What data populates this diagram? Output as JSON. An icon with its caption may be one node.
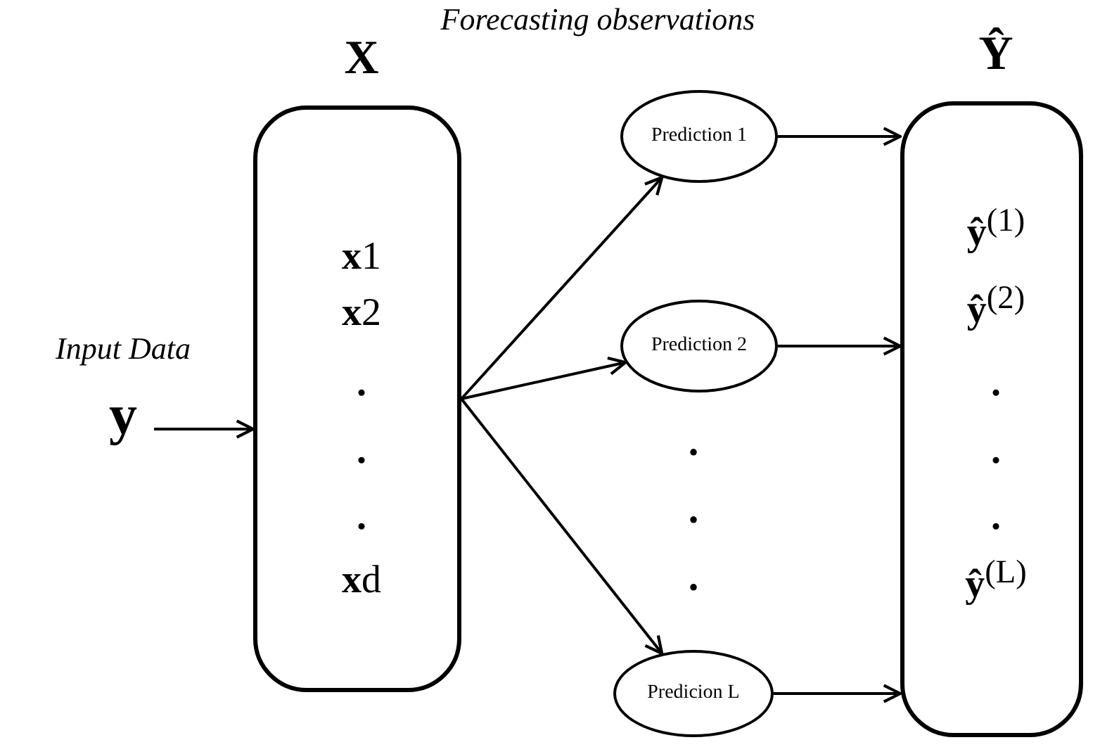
{
  "diagram": {
    "nodes": [
      {
        "text": [
          "y"
        ],
        "beside": [
          "Input Data"
        ]
      },
      {
        "text": [
          "X",
          "**x**1",
          "**x**2",
          ".",
          ".",
          ".",
          "**x**d"
        ]
      },
      {
        "text": [
          "Prediction 1"
        ]
      },
      {
        "text": [
          "Prediction 2"
        ]
      },
      {
        "text": [
          "Predicion L"
        ]
      },
      {
        "text": [
          "Ŷ",
          "**ŷ**$^{(1)}$",
          "**ŷ**$^{(2)}$",
          ".",
          ".",
          ".",
          "**ŷ**$^{(L)}$"
        ]
      }
    ],
    "edges": [
      {
        "from": 0,
        "to": 1,
        "arrow": "to"
      },
      {
        "from": 1,
        "to": 2,
        "arrow": "to"
      },
      {
        "from": 1,
        "to": 3,
        "arrow": "to"
      },
      {
        "from": 1,
        "to": 4,
        "arrow": "to"
      },
      {
        "from": 2,
        "to": 5,
        "arrow": "to"
      },
      {
        "from": 3,
        "to": 5,
        "arrow": "to"
      },
      {
        "from": 4,
        "to": 5,
        "arrow": "to"
      }
    ],
    "labels": [
      "Forecasting observations",
      "•",
      "•",
      "•"
    ]
  }
}
